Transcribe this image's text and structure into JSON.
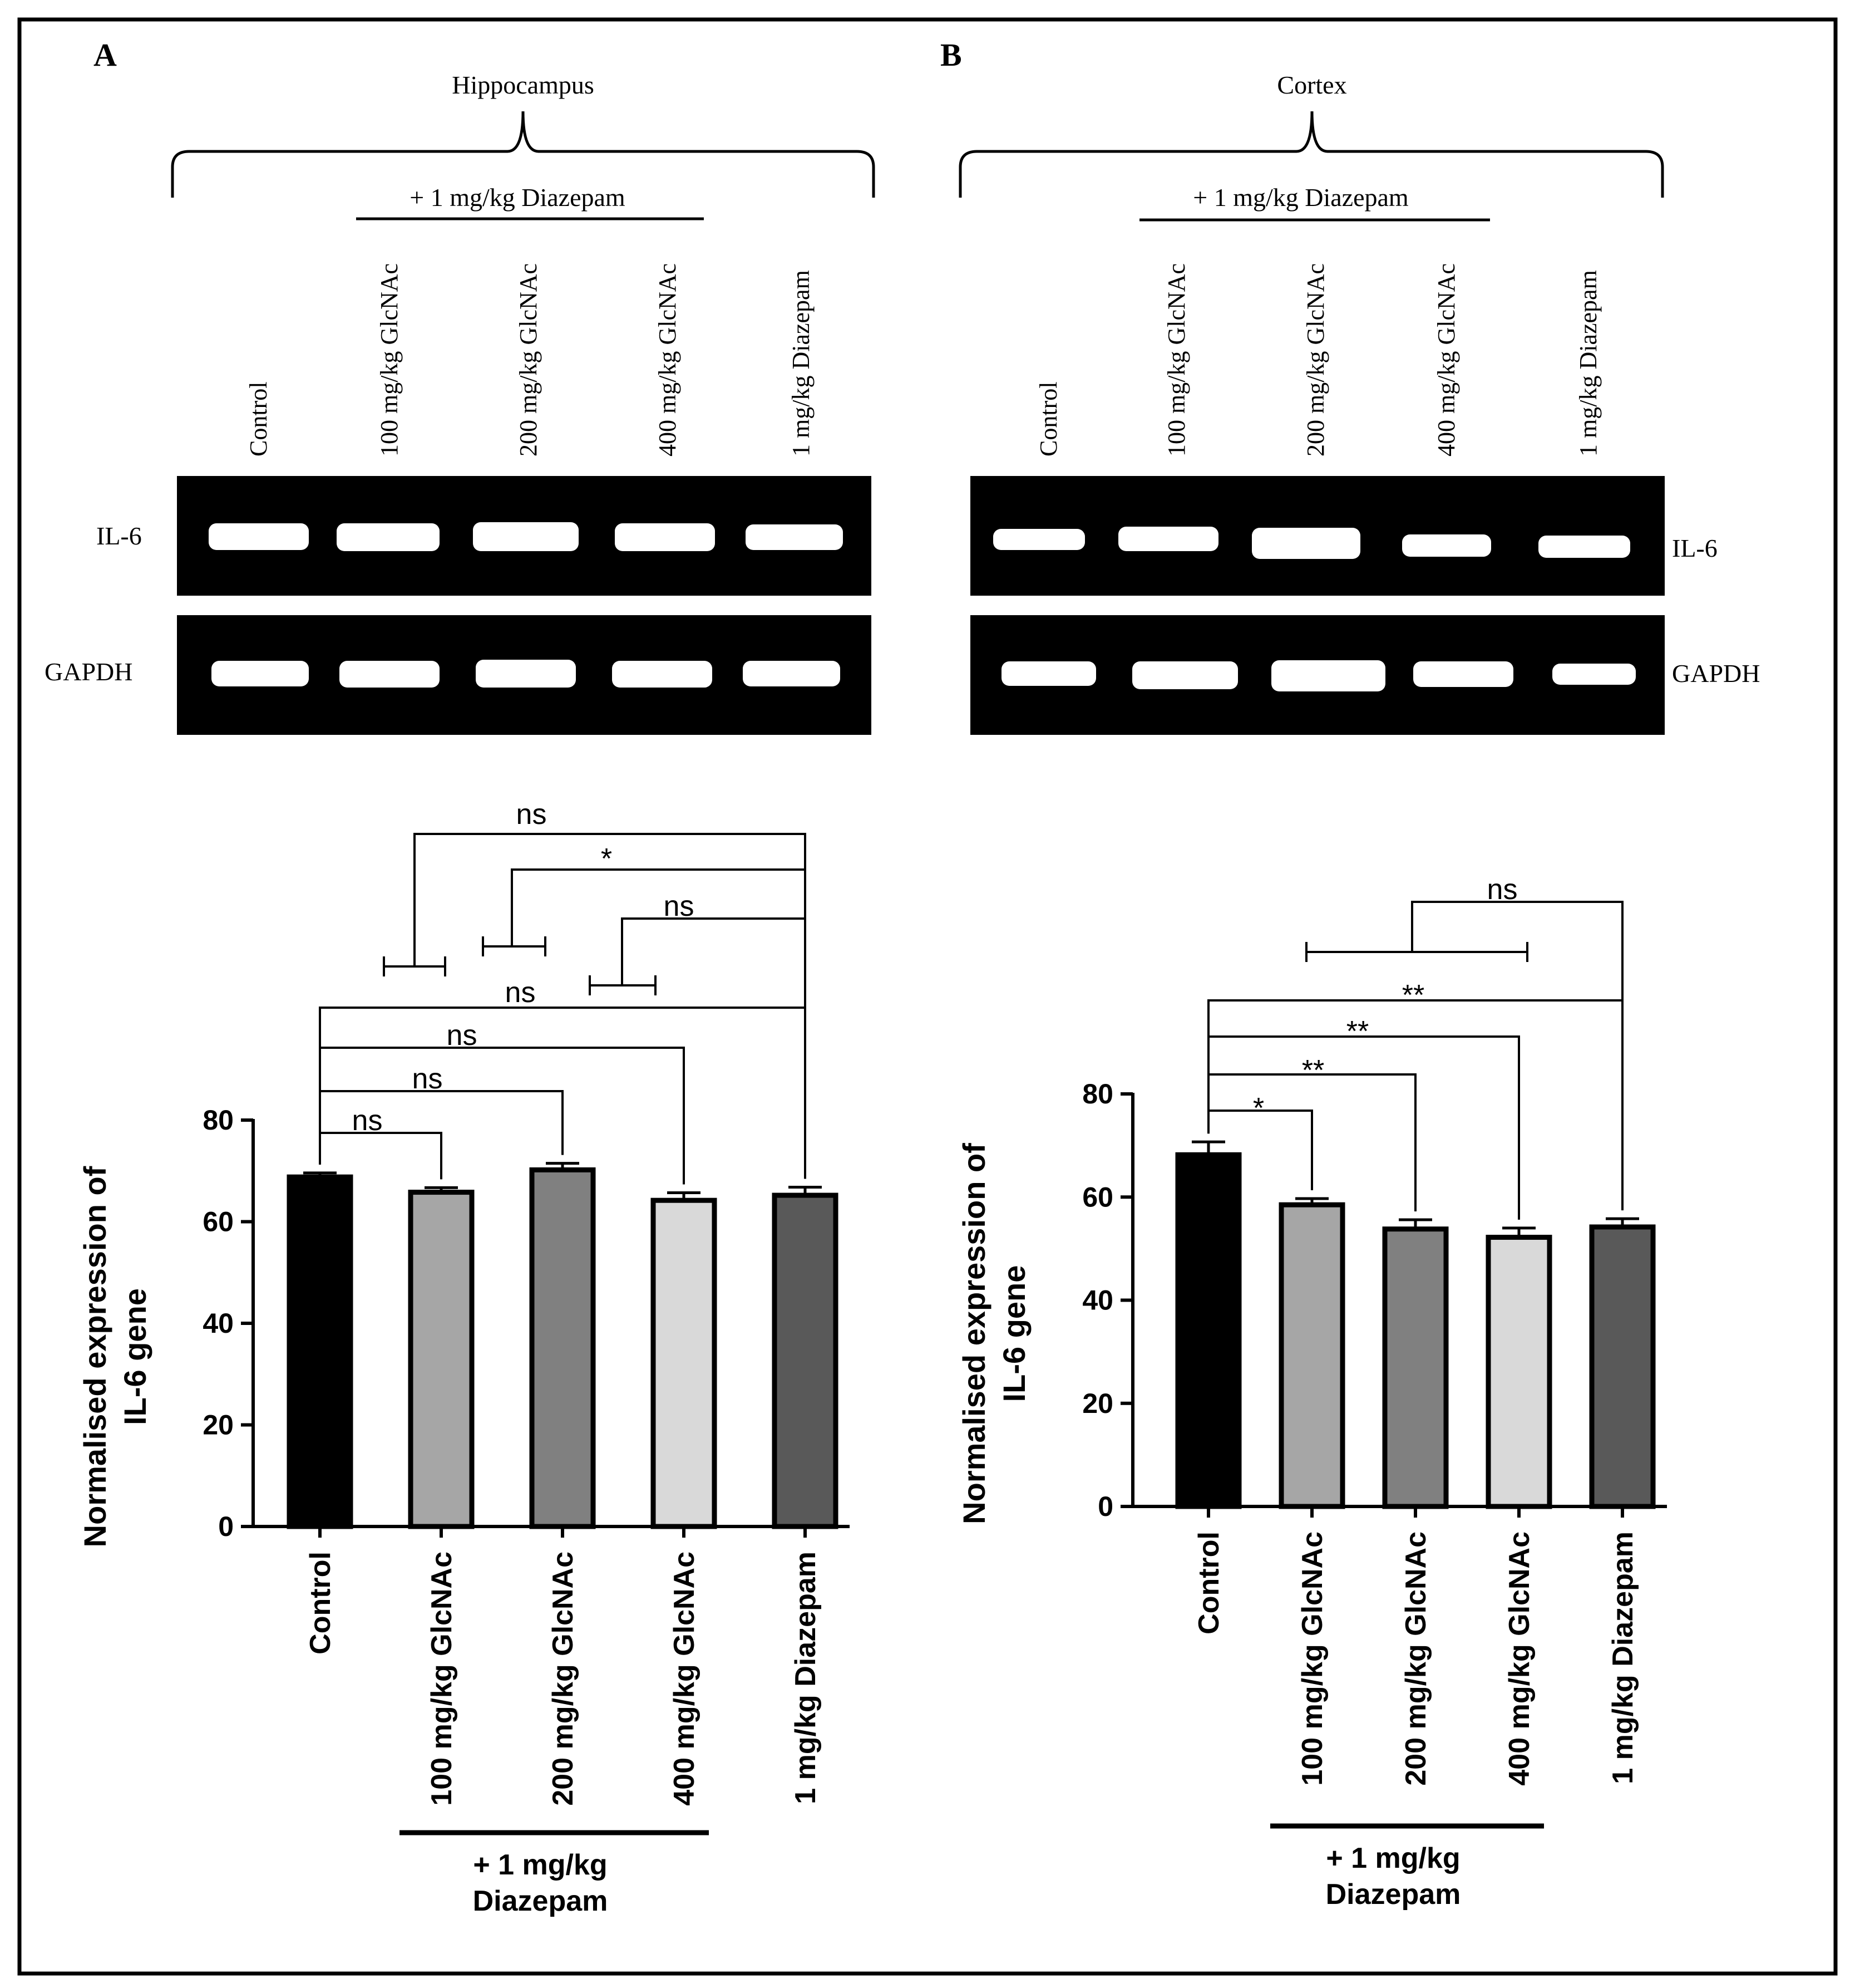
{
  "colors": {
    "border": "#000000",
    "background": "#ffffff",
    "gel_background": "#000000",
    "band": "#ffffff",
    "bar_fills": [
      "#000000",
      "#a6a6a6",
      "#808080",
      "#d9d9d9",
      "#595959"
    ]
  },
  "panels": [
    {
      "letter": "A",
      "region": "Hippocampus",
      "treatment_label": "+ 1 mg/kg Diazepam",
      "lane_labels": [
        "Control",
        "100 mg/kg GlcNAc",
        "200 mg/kg GlcNAc",
        "400 mg/kg GlcNAc",
        "1 mg/kg Diazepam"
      ],
      "gel_rows": [
        "IL-6",
        "GAPDH"
      ],
      "group_label_line1": "+ 1 mg/kg",
      "group_label_line2": "Diazepam"
    },
    {
      "letter": "B",
      "region": "Cortex",
      "treatment_label": "+ 1 mg/kg Diazepam",
      "lane_labels": [
        "Control",
        "100 mg/kg GlcNAc",
        "200 mg/kg GlcNAc",
        "400 mg/kg GlcNAc",
        "1 mg/kg Diazepam"
      ],
      "gel_rows": [
        "IL-6",
        "GAPDH"
      ],
      "group_label_line1": "+ 1 mg/kg",
      "group_label_line2": "Diazepam"
    }
  ],
  "chart_data": [
    {
      "type": "bar",
      "panel": "A",
      "categories": [
        "Control",
        "100 mg/kg GlcNAc",
        "200 mg/kg GlcNAc",
        "400 mg/kg GlcNAc",
        "1 mg/kg Diazepam"
      ],
      "values": [
        68.8,
        65.8,
        70.2,
        64.2,
        65.2
      ],
      "errors": [
        0.8,
        0.9,
        1.3,
        1.5,
        1.6
      ],
      "ylabel_line1": "Normalised expression of",
      "ylabel_line2": "IL-6 gene",
      "ylim": [
        0,
        80
      ],
      "yticks": [
        "0",
        "20",
        "40",
        "60",
        "80"
      ],
      "comparisons": [
        {
          "from": "Control",
          "to": "100 mg/kg GlcNAc",
          "label": "ns"
        },
        {
          "from": "Control",
          "to": "200 mg/kg GlcNAc",
          "label": "ns"
        },
        {
          "from": "Control",
          "to": "400 mg/kg GlcNAc",
          "label": "ns"
        },
        {
          "from": "Control",
          "to": "1 mg/kg Diazepam",
          "label": "ns"
        },
        {
          "from": "400 mg/kg GlcNAc",
          "to": "1 mg/kg Diazepam",
          "label": "ns"
        },
        {
          "from": "200 mg/kg GlcNAc",
          "to": "1 mg/kg Diazepam",
          "label": "*"
        },
        {
          "from": "100 mg/kg GlcNAc",
          "to": "1 mg/kg Diazepam",
          "label": "ns"
        }
      ]
    },
    {
      "type": "bar",
      "panel": "B",
      "categories": [
        "Control",
        "100 mg/kg GlcNAc",
        "200 mg/kg GlcNAc",
        "400 mg/kg GlcNAc",
        "1 mg/kg Diazepam"
      ],
      "values": [
        68.2,
        58.5,
        53.8,
        52.2,
        54.2
      ],
      "errors": [
        2.5,
        1.2,
        1.8,
        1.8,
        1.6
      ],
      "ylabel_line1": "Normalised expression of",
      "ylabel_line2": "IL-6 gene",
      "ylim": [
        0,
        80
      ],
      "yticks": [
        "0",
        "20",
        "40",
        "60",
        "80"
      ],
      "comparisons": [
        {
          "from": "Control",
          "to": "100 mg/kg GlcNAc",
          "label": "*"
        },
        {
          "from": "Control",
          "to": "200 mg/kg GlcNAc",
          "label": "**"
        },
        {
          "from": "Control",
          "to": "400 mg/kg GlcNAc",
          "label": "**"
        },
        {
          "from": "Control",
          "to": "1 mg/kg Diazepam",
          "label": "**"
        },
        {
          "from": "100 mg/kg GlcNAc to 400 mg/kg GlcNAc",
          "to": "1 mg/kg Diazepam",
          "label": "ns"
        }
      ]
    }
  ]
}
